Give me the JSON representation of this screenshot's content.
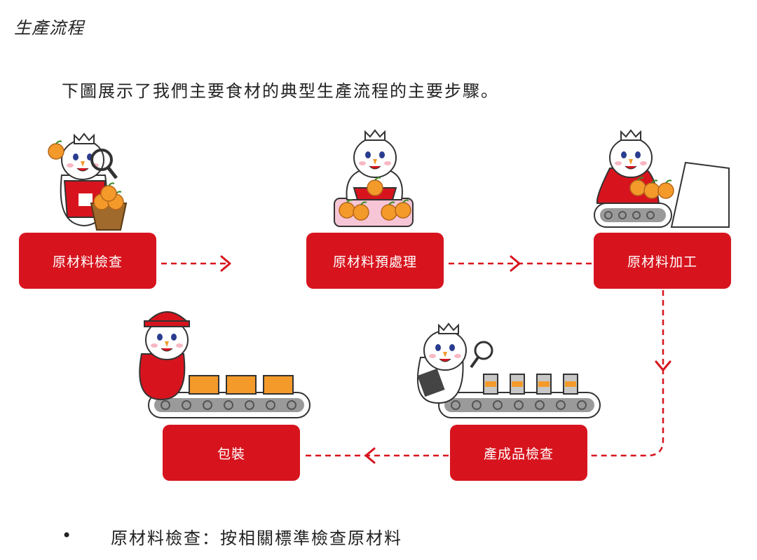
{
  "heading": "生產流程",
  "intro": "下圖展示了我們主要食材的典型生產流程的主要步驟。",
  "steps": [
    {
      "label": "原材料檢查"
    },
    {
      "label": "原材料預處理"
    },
    {
      "label": "原材料加工"
    },
    {
      "label": "產成品檢查"
    },
    {
      "label": "包裝"
    }
  ],
  "bullet": {
    "marker": "•",
    "text": "原材料檢查：按相關標準檢查原材料"
  },
  "colors": {
    "accent": "#d7141e",
    "mascot_body": "#ffffff",
    "orange": "#f39a2b",
    "belt": "#9a9a9a"
  }
}
